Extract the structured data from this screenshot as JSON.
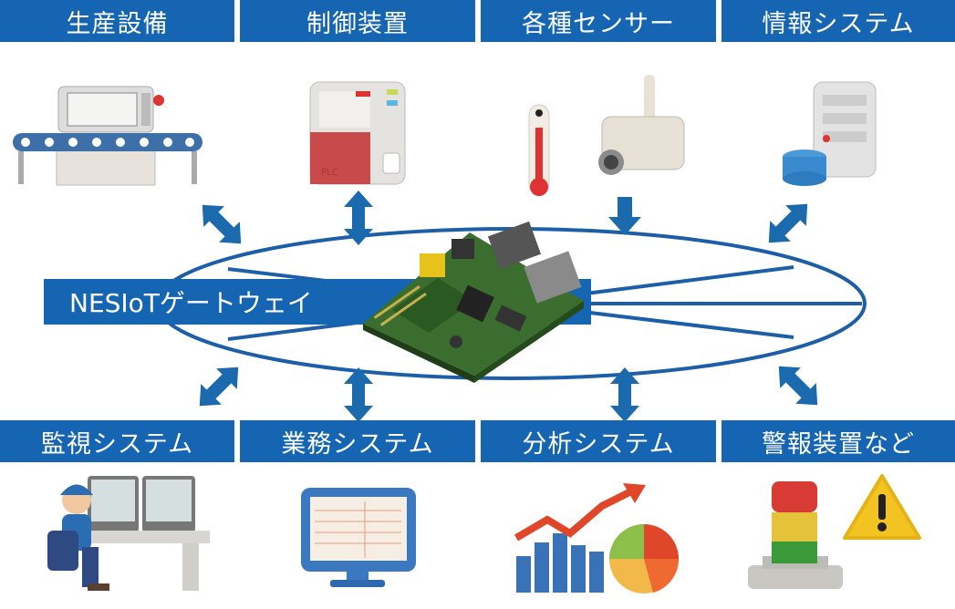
{
  "top_boxes": [
    "生産設備",
    "制御装置",
    "各種センサー",
    "情報システム"
  ],
  "bottom_boxes": [
    "監視システム",
    "業務システム",
    "分析システム",
    "警報装置など"
  ],
  "gateway": {
    "label": "NESIoTゲートウェイ"
  },
  "plc": {
    "label": "PLC"
  },
  "colors": {
    "accent": "#1565b3",
    "arrow": "#1a6aad",
    "ring": "#1d5ea8"
  }
}
